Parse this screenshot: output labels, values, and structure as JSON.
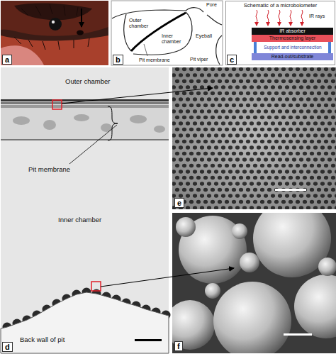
{
  "diagram": {
    "nodes": [
      {
        "text": [
          "Schematic of a microbolometer"
        ]
      },
      {
        "text": [
          "IR absorber"
        ],
        "in": 0
      },
      {
        "text": [
          "Thermosensing layer"
        ],
        "in": 0
      },
      {
        "text": [
          "Read-out/substrate"
        ],
        "in": 0
      }
    ],
    "labels": [
      "a",
      "Pore",
      "Outer chamber",
      "Inner chamber",
      "Pit membrane",
      "Eyeball",
      "Pit viper",
      "b",
      "IR rays",
      "Support and interconnection",
      "c",
      "Outer chamber",
      "Pit membrane",
      "Inner chamber",
      "Back wall of pit",
      "d",
      "e",
      "f"
    ]
  }
}
